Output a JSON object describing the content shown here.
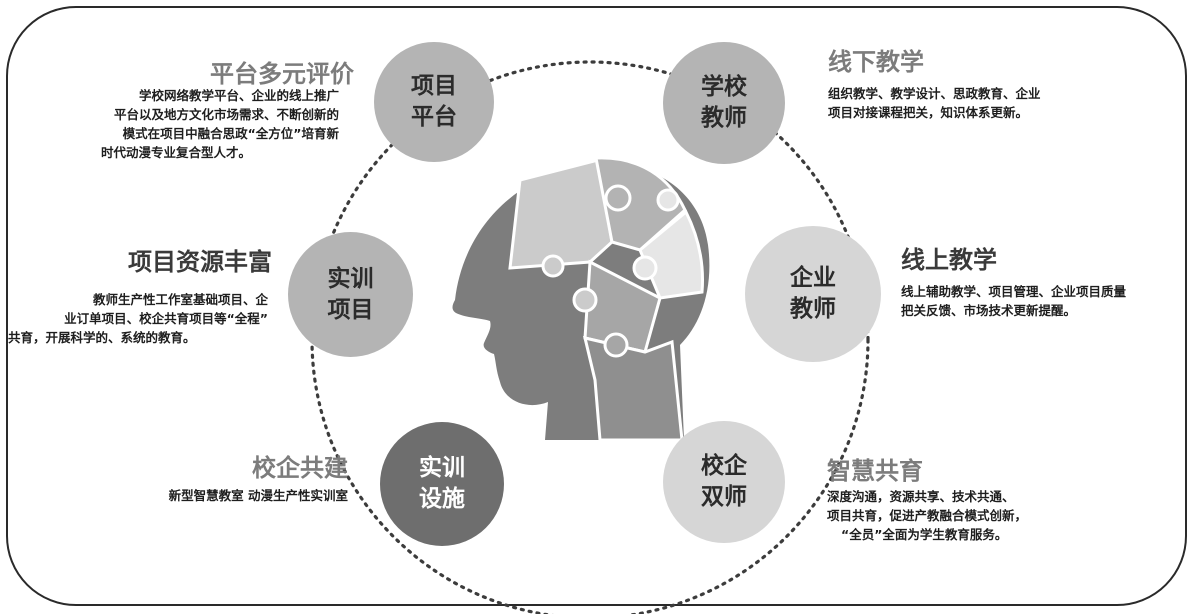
{
  "colors": {
    "frame": "#2a2a2a",
    "circle_mid": "#b4b4b4",
    "circle_light": "#d6d6d6",
    "circle_dark": "#6e6e6e",
    "head": "#7d7d7d",
    "puzzle_1": "#c8c8c8",
    "puzzle_2": "#b0b0b0",
    "puzzle_3": "#e6e6e6",
    "puzzle_4": "#a4a4a4",
    "puzzle_5": "#8d8d8d"
  },
  "icons": [
    "head-silhouette-icon",
    "puzzle-pieces-icon"
  ],
  "nodes": {
    "project_platform": {
      "line1": "项目",
      "line2": "平台"
    },
    "school_teacher": {
      "line1": "学校",
      "line2": "教师"
    },
    "training_project": {
      "line1": "实训",
      "line2": "项目"
    },
    "enterprise_teacher": {
      "line1": "企业",
      "line2": "教师"
    },
    "training_facility": {
      "line1": "实训",
      "line2": "设施"
    },
    "dual_teacher": {
      "line1": "校企",
      "line2": "双师"
    }
  },
  "sections": {
    "platform_eval": {
      "title": "平台多元评价",
      "lines": [
        "学校网络教学平台、企业的线上推广",
        "平台以及地方文化市场需求、不断创新的",
        "模式在项目中融合思政“全方位”培育新",
        "时代动漫专业复合型人才。"
      ]
    },
    "offline": {
      "title": "线下教学",
      "lines": [
        "组织教学、教学设计、思政教育、企业",
        "项目对接课程把关，知识体系更新。"
      ]
    },
    "resources": {
      "title": "项目资源丰富",
      "lines": [
        "教师生产性工作室基础项目、企",
        "业订单项目、校企共育项目等“全程”",
        "共育，开展科学的、系统的教育。"
      ]
    },
    "online": {
      "title": "线上教学",
      "lines": [
        "线上辅助教学、项目管理、企业项目质量",
        "把关反馈、市场技术更新提醒。"
      ]
    },
    "co_build": {
      "title": "校企共建",
      "lines": [
        "新型智慧教室 动漫生产性实训室"
      ]
    },
    "smart": {
      "title": "智慧共育",
      "lines": [
        "深度沟通，资源共享、技术共通、",
        "项目共育，促进产教融合模式创新，",
        "“全员”全面为学生教育服务。"
      ]
    }
  }
}
